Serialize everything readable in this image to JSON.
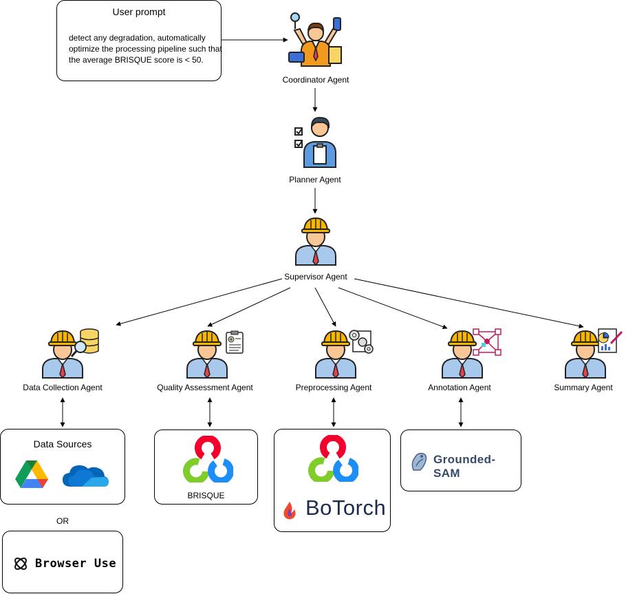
{
  "user_prompt": {
    "title": "User prompt",
    "text": "detect any degradation, automatically optimize the processing pipeline such that the average BRISQUE score is < 50."
  },
  "agents": {
    "coordinator": "Coordinator Agent",
    "planner": "Planner Agent",
    "supervisor": "Supervisor Agent",
    "data_collection": "Data Collection Agent",
    "quality_assessment": "Quality Assessment Agent",
    "preprocessing": "Preprocessing Agent",
    "annotation": "Annotation Agent",
    "summary": "Summary Agent"
  },
  "tools": {
    "data_sources_title": "Data Sources",
    "or_label": "OR",
    "browser_use": "Browser Use",
    "brisque": "BRISQUE",
    "botorch": "BoTorch",
    "grounded_sam": "Grounded-SAM"
  },
  "icons": {
    "coordinator": "multitasking-person-icon",
    "planner": "checklist-person-icon",
    "worker": "hardhat-worker-icon",
    "google_drive": "google-drive-icon",
    "onedrive": "onedrive-cloud-icon",
    "opencv": "opencv-logo-icon",
    "pytorch": "pytorch-flame-icon"
  },
  "colors": {
    "hardhat": "#F7B500",
    "shirt": "#A9C9EC",
    "tie": "#E0434B",
    "skin": "#F9C795",
    "opencv_red": "#F3002C",
    "opencv_green": "#7FCC2B",
    "opencv_blue": "#1C8EF5"
  }
}
